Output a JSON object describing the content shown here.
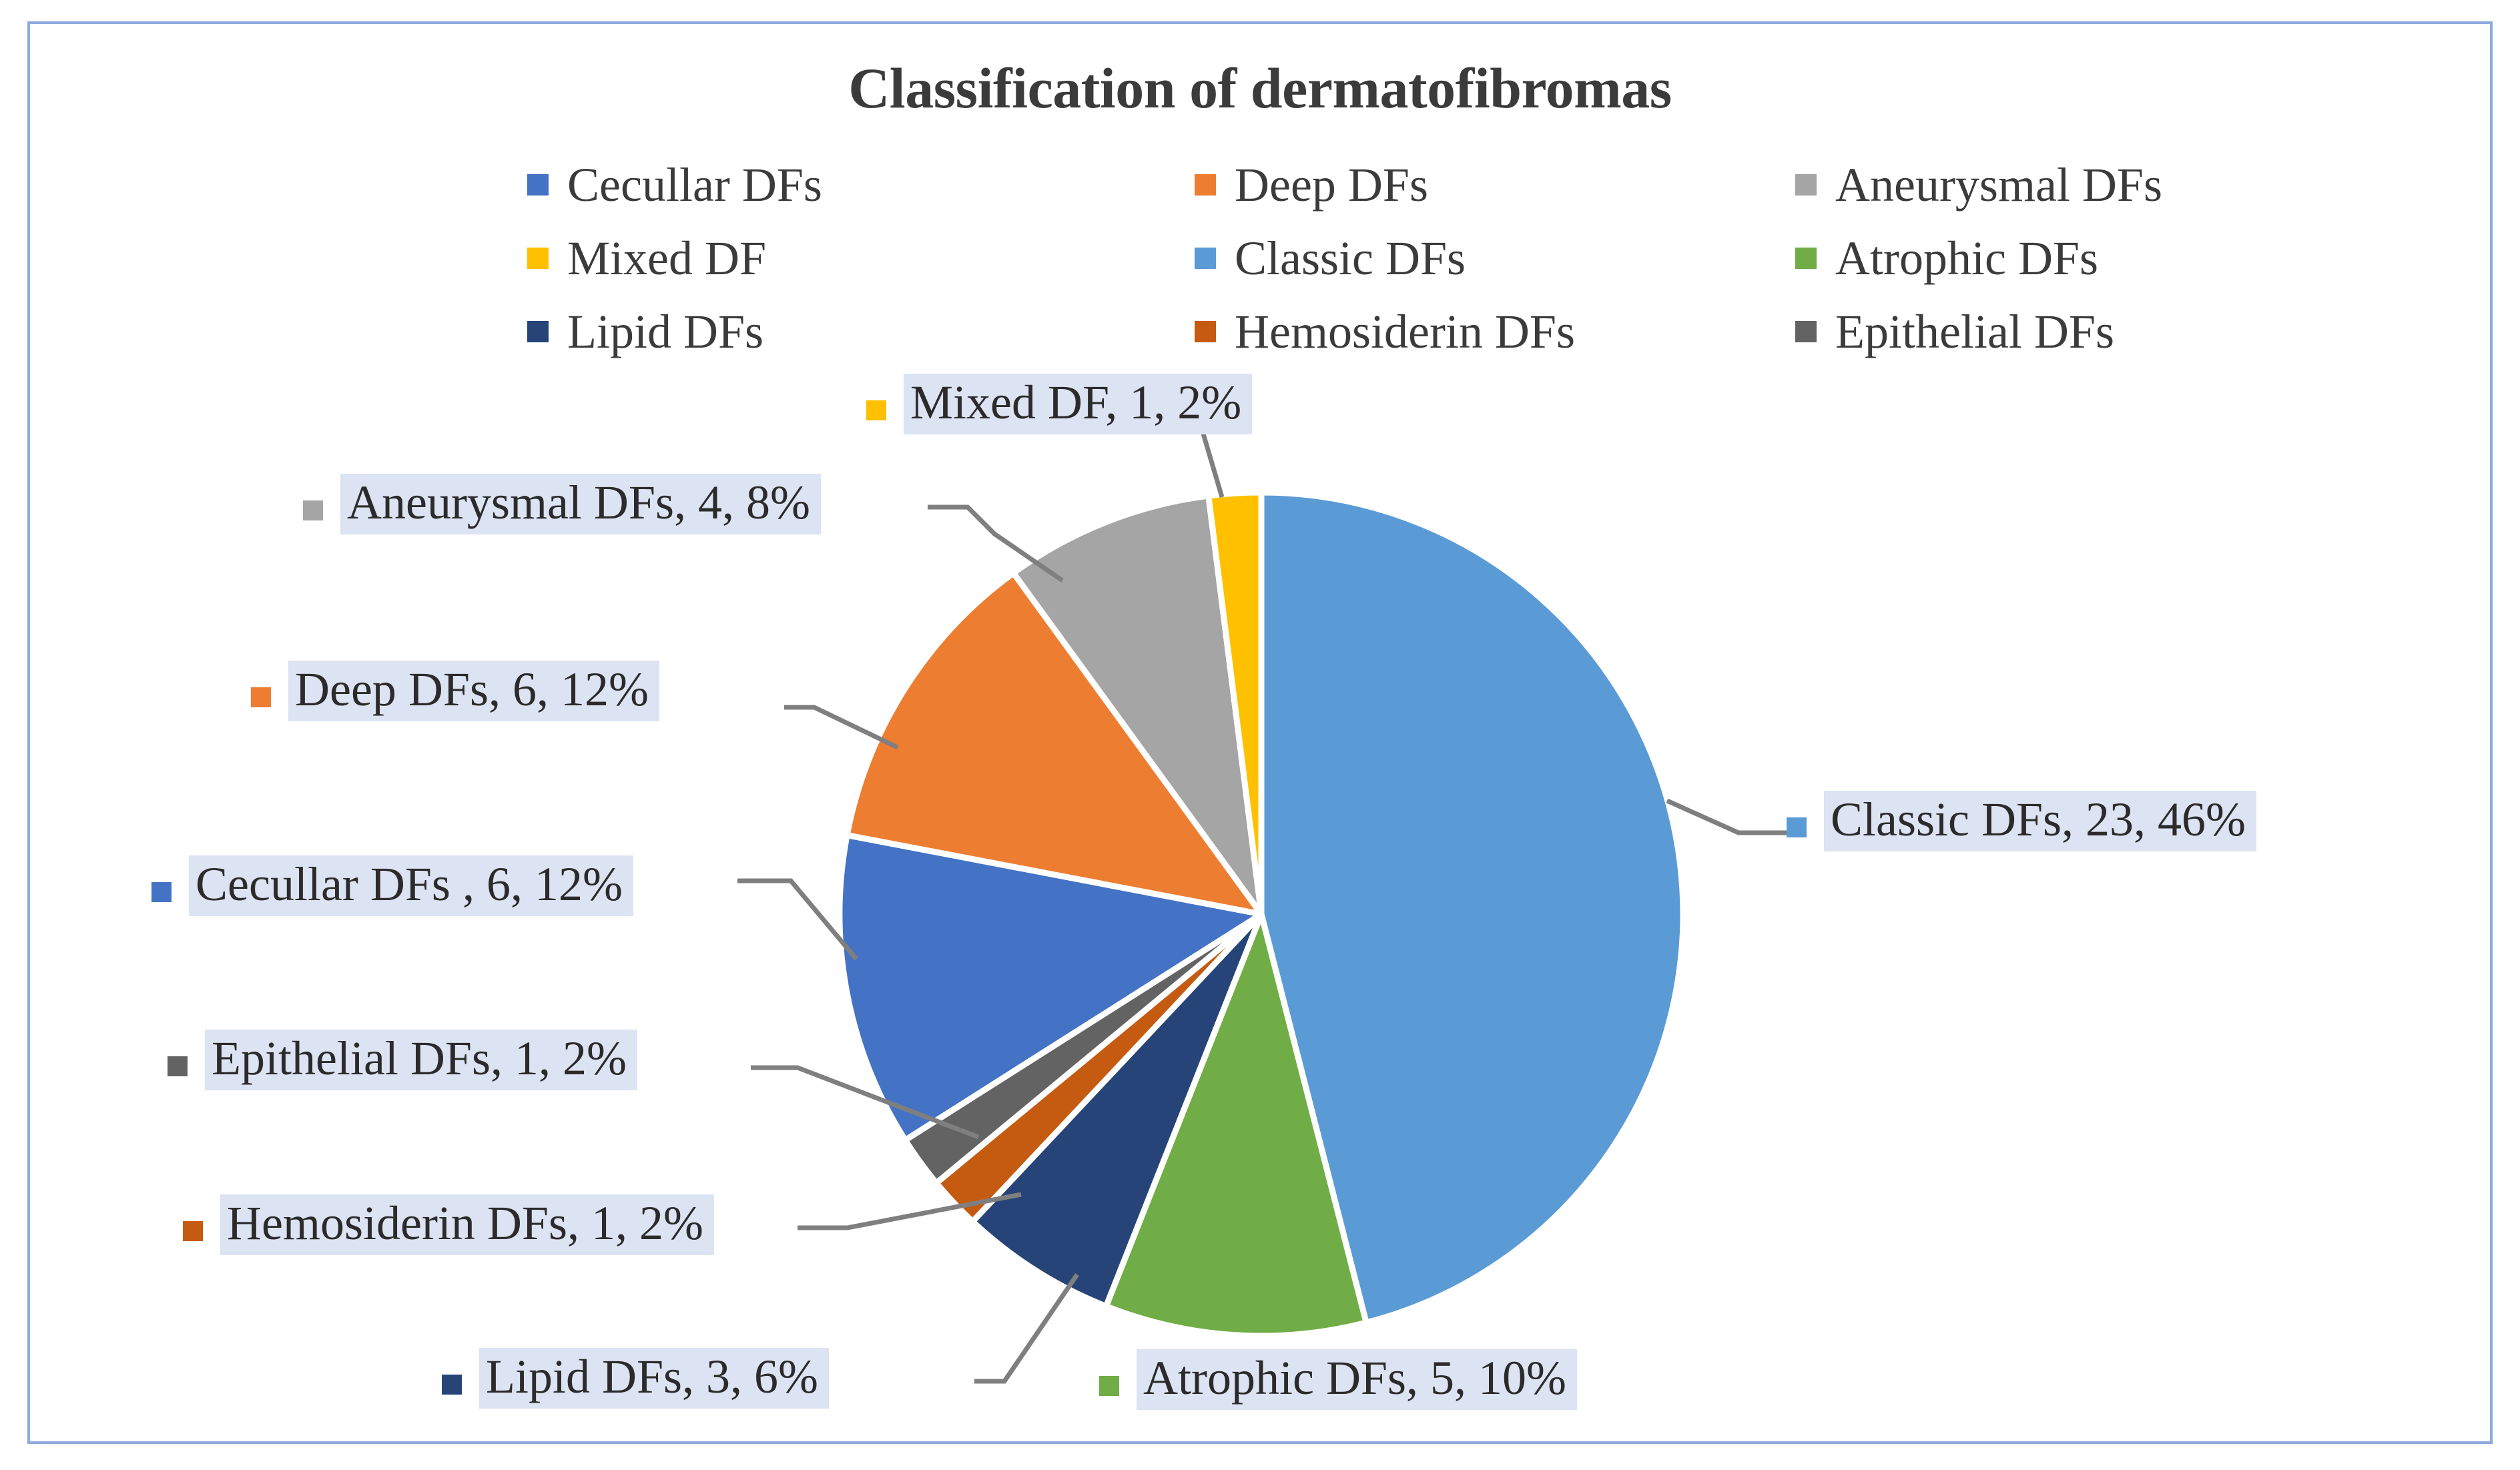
{
  "chart_data": {
    "type": "pie",
    "title": "Classification of dermatofibromas",
    "total": 50,
    "units": "cases",
    "legend_position": "top",
    "categories": [
      "Cecullar DFs",
      "Deep DFs",
      "Aneurysmal DFs",
      "Mixed DF",
      "Classic DFs",
      "Atrophic DFs",
      "Lipid DFs",
      "Hemosiderin DFs",
      "Epithelial DFs"
    ],
    "values": [
      6,
      6,
      4,
      1,
      23,
      5,
      3,
      1,
      1
    ],
    "percents": [
      12,
      12,
      8,
      2,
      46,
      10,
      6,
      2,
      2
    ],
    "colors": [
      "#4472C4",
      "#ED7D31",
      "#A5A5A5",
      "#FFC000",
      "#5B9BD5",
      "#70AD47",
      "#264478",
      "#C55A11",
      "#636363"
    ],
    "slice_order_clockwise_from_12": [
      "Classic DFs",
      "Atrophic DFs",
      "Lipid DFs",
      "Hemosiderin DFs",
      "Epithelial DFs",
      "Cecullar DFs",
      "Deep DFs",
      "Aneurysmal DFs",
      "Mixed DF"
    ],
    "data_labels": [
      "Mixed DF, 1, 2%",
      "Aneurysmal DFs, 4, 8%",
      "Deep DFs, 6, 12%",
      "Cecullar DFs , 6, 12%",
      "Epithelial DFs, 1, 2%",
      "Hemosiderin DFs, 1, 2%",
      "Lipid DFs, 3, 6%",
      "Atrophic DFs, 5, 10%",
      "Classic DFs, 23, 46%"
    ]
  },
  "title": "Classification of dermatofibromas",
  "legend": {
    "rows": [
      [
        {
          "label": "Cecullar DFs",
          "color": "#4472C4"
        },
        {
          "label": "Deep DFs",
          "color": "#ED7D31"
        },
        {
          "label": "Aneurysmal DFs",
          "color": "#A5A5A5"
        }
      ],
      [
        {
          "label": "Mixed DF",
          "color": "#FFC000"
        },
        {
          "label": "Classic DFs",
          "color": "#5B9BD5"
        },
        {
          "label": "Atrophic DFs",
          "color": "#70AD47"
        }
      ],
      [
        {
          "label": " Lipid DFs",
          "color": "#264478"
        },
        {
          "label": "Hemosiderin DFs",
          "color": "#C55A11"
        },
        {
          "label": "Epithelial DFs",
          "color": "#636363"
        }
      ]
    ]
  },
  "labels": {
    "mixed": "Mixed DF, 1, 2%",
    "aneurysmal": "Aneurysmal DFs, 4, 8%",
    "deep": "Deep DFs, 6, 12%",
    "cecullar": "Cecullar DFs , 6, 12%",
    "epithelial": "Epithelial DFs, 1, 2%",
    "hemosiderin": "Hemosiderin DFs, 1, 2%",
    "lipid": "Lipid DFs, 3, 6%",
    "atrophic": "Atrophic DFs, 5, 10%",
    "classic": "Classic DFs, 23, 46%"
  },
  "theme": {
    "frame_border": "#8FAADC",
    "label_background": "#DCE3F2",
    "leader_line": "#7F7F7F",
    "text": "#3B3B3B"
  }
}
